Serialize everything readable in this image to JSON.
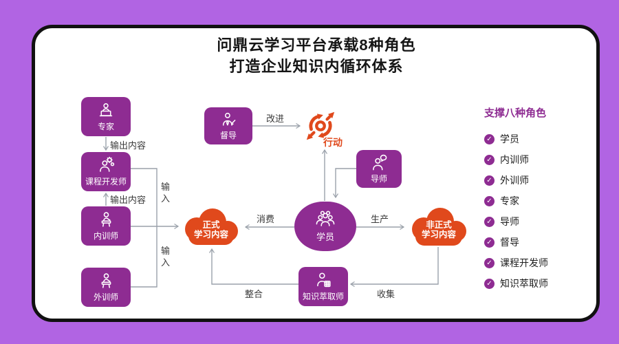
{
  "title": {
    "line1": "问鼎云学习平台承载8种角色",
    "line2": "打造企业知识内循环体系"
  },
  "colors": {
    "background": "#b164e3",
    "card": "#ffffff",
    "card_border": "#111111",
    "role_box_purple": "#8e2c92",
    "cloud_orange": "#e0491c",
    "connector_gray": "#9aa1aa"
  },
  "icons": {
    "check": "✓"
  },
  "nodes": {
    "expert": {
      "label": "专家"
    },
    "course_developer": {
      "label": "课程开发师"
    },
    "internal_trainer": {
      "label": "内训师"
    },
    "external_trainer": {
      "label": "外训师"
    },
    "supervisor": {
      "label": "督导"
    },
    "mentor": {
      "label": "导师"
    },
    "student": {
      "label": "学员"
    },
    "knowledge_extractor": {
      "label": "知识萃取师"
    },
    "action": {
      "label": "行动"
    },
    "formal_content": {
      "line1": "正式",
      "line2": "学习内容"
    },
    "informal_content": {
      "line1": "非正式",
      "line2": "学习内容"
    }
  },
  "edge_labels": {
    "expert_output": "输出内容",
    "trainer_output": "输出内容",
    "input_top": "输入",
    "input_bottom": "输入",
    "improve": "改进",
    "consume": "消费",
    "produce": "生产",
    "integrate": "整合",
    "collect": "收集"
  },
  "legend": {
    "title": "支撑八种角色",
    "items": [
      "学员",
      "内训师",
      "外训师",
      "专家",
      "导师",
      "督导",
      "课程开发师",
      "知识萃取师"
    ]
  }
}
